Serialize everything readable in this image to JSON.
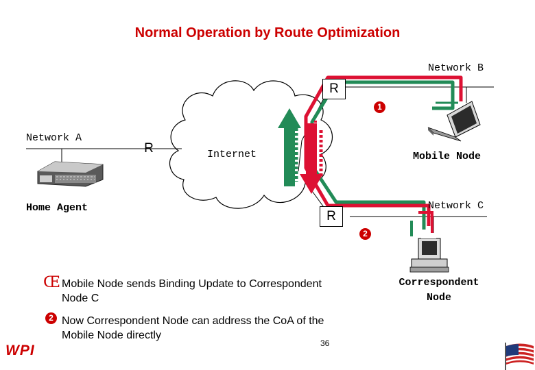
{
  "title": "Normal Operation by Route Optimization",
  "labels": {
    "network_b": "Network B",
    "network_a": "Network A",
    "network_c": "Network C",
    "internet": "Internet",
    "mobile_node": "Mobile Node",
    "home_agent": "Home Agent",
    "correspondent_line1": "Correspondent",
    "correspondent_line2": "Node",
    "router": "R"
  },
  "steps": [
    {
      "marker": "1",
      "marker_glyph": "Œ",
      "line1": "Mobile Node sends Binding Update to Correspondent",
      "line2": "Node C"
    },
    {
      "marker": "2",
      "marker_glyph": "2",
      "line1": "Now Correspondent Node can address the CoA of the",
      "line2": "Mobile Node directly"
    }
  ],
  "page_number": "36",
  "logo": "WPI",
  "colors": {
    "title": "#cc0000",
    "path_green": "#228b57",
    "path_red": "#dd1133",
    "step_marker": "#cc0000"
  },
  "icons": [
    "cloud-icon",
    "home-agent-device-icon",
    "laptop-icon",
    "desktop-computer-icon",
    "us-flag-icon",
    "router-icon"
  ]
}
